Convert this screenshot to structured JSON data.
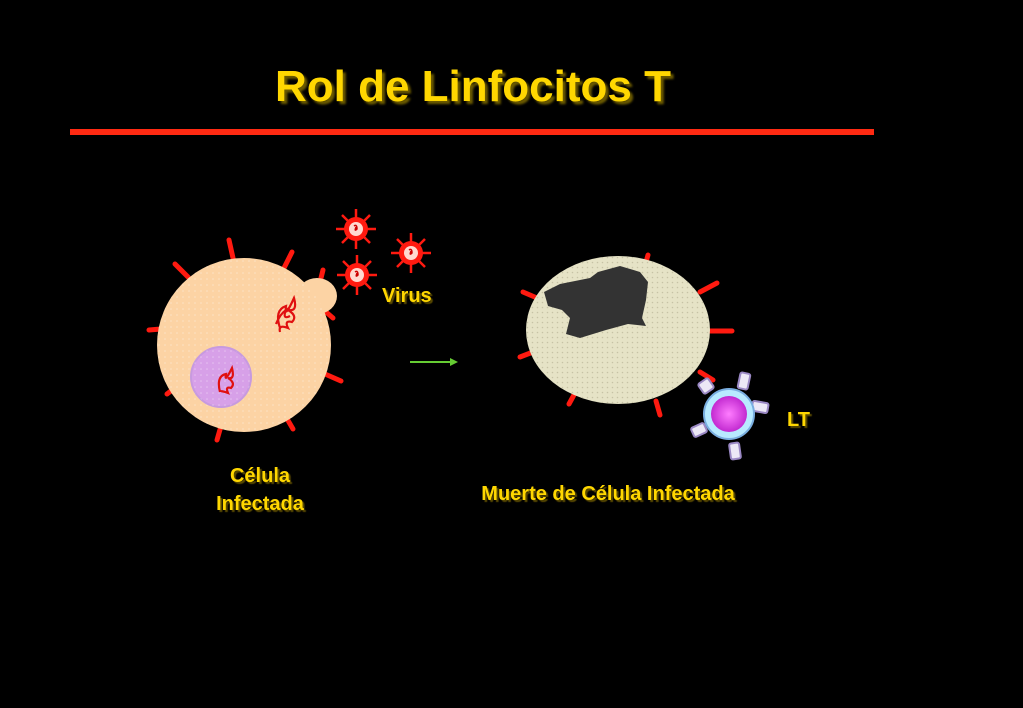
{
  "title": "Rol de Linfocitos T",
  "labels": {
    "virus": "Virus",
    "infected_line1": "Célula",
    "infected_line2": "Infectada",
    "death": "Muerte de Célula Infectada",
    "lt": "LT"
  },
  "colors": {
    "title": "#ffd700",
    "rule": "#ff2a12",
    "spike": "#ff1a10",
    "infected_cell": "#fcd3a4",
    "nucleus": "#d7a0e8",
    "dying_cell": "#e6e3c6",
    "arrow": "#66cc33",
    "lymphocyte_core": "#d43ce0"
  }
}
